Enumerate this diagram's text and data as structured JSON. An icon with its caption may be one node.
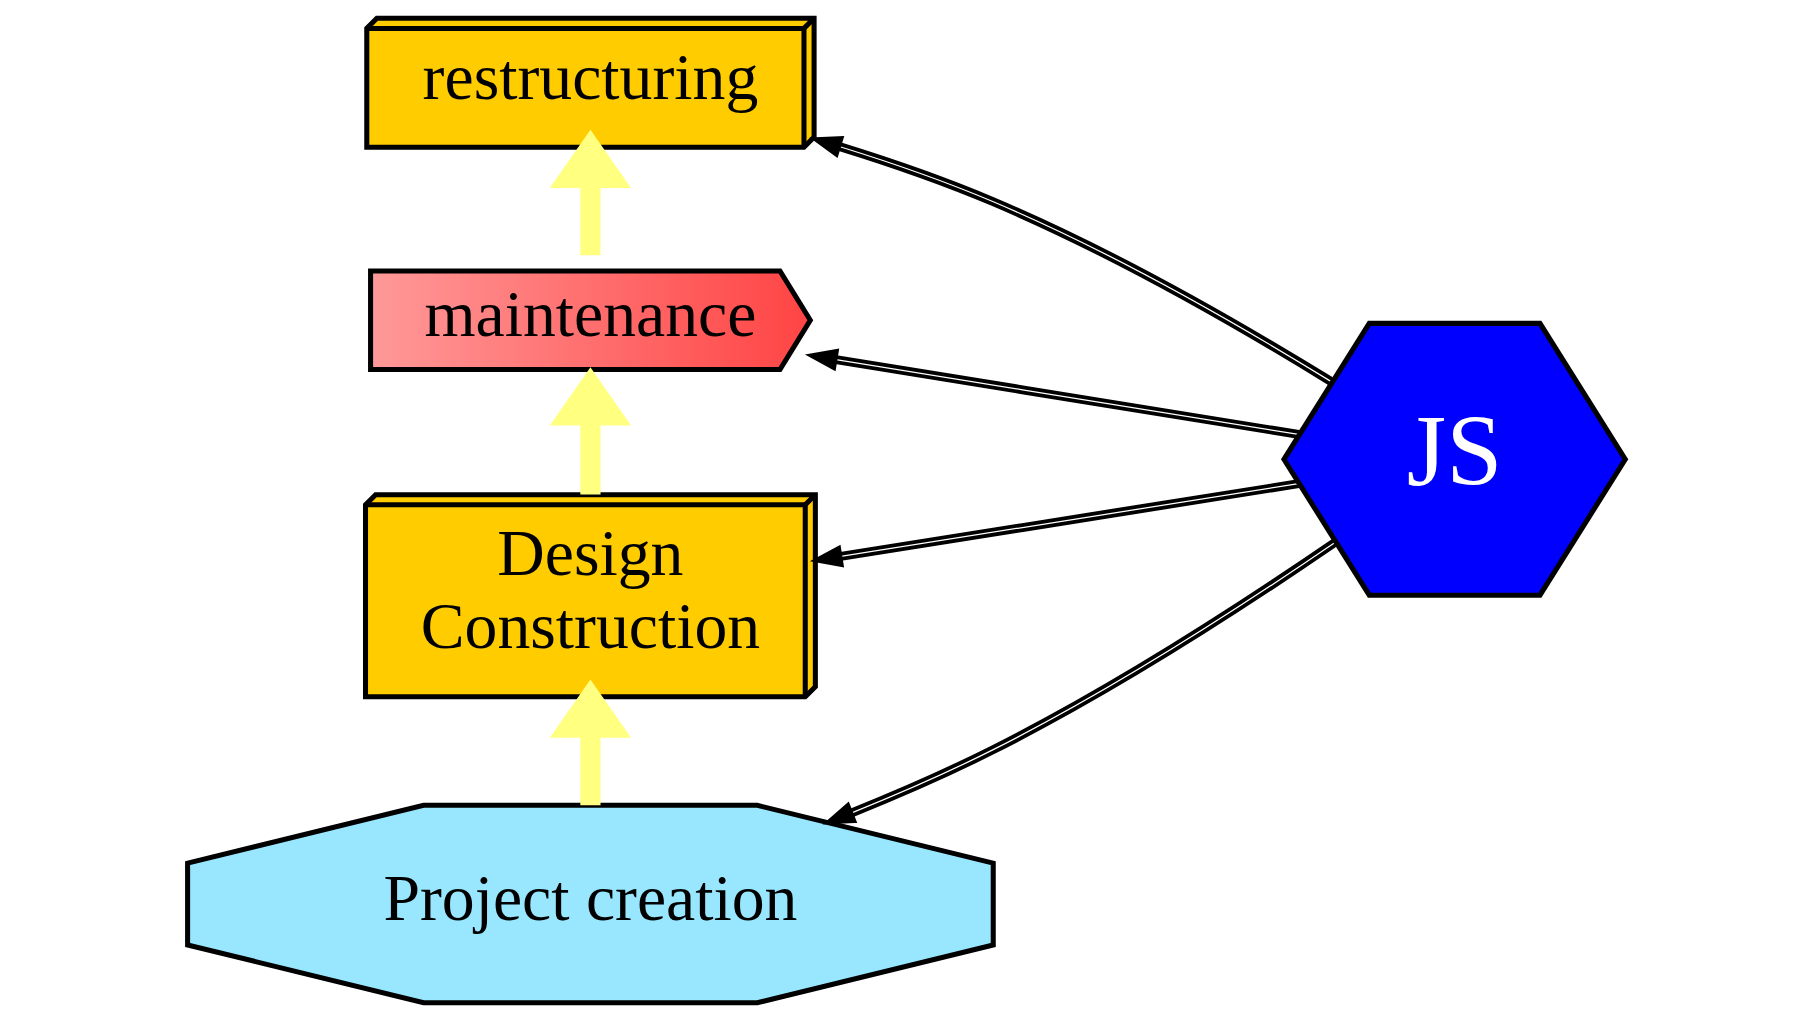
{
  "diagram": {
    "nodes": [
      {
        "text": [
          "restructuring"
        ]
      },
      {
        "text": [
          "maintenance"
        ]
      },
      {
        "text": [
          "Design",
          "Construction"
        ]
      },
      {
        "text": [
          "Project creation"
        ]
      },
      {
        "text": [
          "JS"
        ]
      }
    ],
    "edges": [
      {
        "from": 4,
        "to": 0,
        "arrow": "to"
      },
      {
        "from": 4,
        "to": 1,
        "arrow": "to"
      },
      {
        "from": 4,
        "to": 2,
        "arrow": "to"
      },
      {
        "from": 4,
        "to": 3,
        "arrow": "to"
      },
      {
        "from": 3,
        "to": 2,
        "arrow": "to",
        "style": "thick",
        "color": "#ffff80"
      },
      {
        "from": 2,
        "to": 1,
        "arrow": "to",
        "style": "thick",
        "color": "#ffff80"
      },
      {
        "from": 1,
        "to": 0,
        "arrow": "to",
        "style": "thick",
        "color": "#ffff80"
      }
    ]
  }
}
